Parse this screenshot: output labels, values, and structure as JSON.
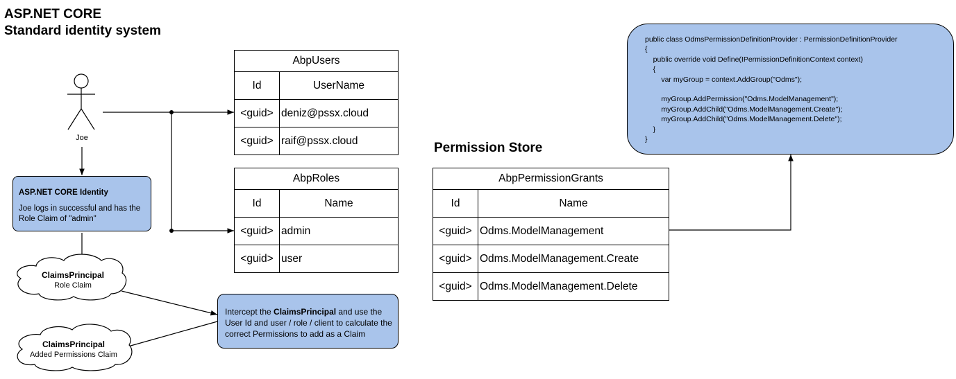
{
  "title_line1": "ASP.NET CORE",
  "title_line2": "Standard identity system",
  "actor": {
    "label": "Joe"
  },
  "identity_box": {
    "title": "ASP.NET CORE Identity",
    "body": "Joe logs in successful and has the Role Claim of \"admin\""
  },
  "claims_role": {
    "title": "ClaimsPrincipal",
    "subtitle": "Role Claim"
  },
  "claims_added": {
    "title": "ClaimsPrincipal",
    "subtitle": "Added Permissions Claim"
  },
  "intercept_box": {
    "text_before": "Intercept the ",
    "bold": "ClaimsPrincipal",
    "text_after": " and use the User Id and user / role / client to calculate the correct Permissions to add as a Claim"
  },
  "users_table": {
    "name": "AbpUsers",
    "columns": [
      "Id",
      "UserName"
    ],
    "rows": [
      [
        "<guid>",
        "deniz@pssx.cloud"
      ],
      [
        "<guid>",
        "raif@pssx.cloud"
      ]
    ]
  },
  "roles_table": {
    "name": "AbpRoles",
    "columns": [
      "Id",
      "Name"
    ],
    "rows": [
      [
        "<guid>",
        "admin"
      ],
      [
        "<guid>",
        "user"
      ]
    ]
  },
  "permission_store": {
    "title": "Permission Store"
  },
  "grants_table": {
    "name": "AbpPermissionGrants",
    "columns": [
      "Id",
      "Name"
    ],
    "rows": [
      [
        "<guid>",
        "Odms.ModelManagement"
      ],
      [
        "<guid>",
        "Odms.ModelManagement.Create"
      ],
      [
        "<guid>",
        "Odms.ModelManagement.Delete"
      ]
    ]
  },
  "code_box": {
    "lines": [
      "public class OdmsPermissionDefinitionProvider : PermissionDefinitionProvider",
      "{",
      "    public override void Define(IPermissionDefinitionContext context)",
      "    {",
      "        var myGroup = context.AddGroup(\"Odms\");",
      "",
      "        myGroup.AddPermission(\"Odms.ModelManagement\");",
      "        myGroup.AddChild(\"Odms.ModelManagement.Create\");",
      "        myGroup.AddChild(\"Odms.ModelManagement.Delete\");",
      "    }",
      "}"
    ]
  }
}
